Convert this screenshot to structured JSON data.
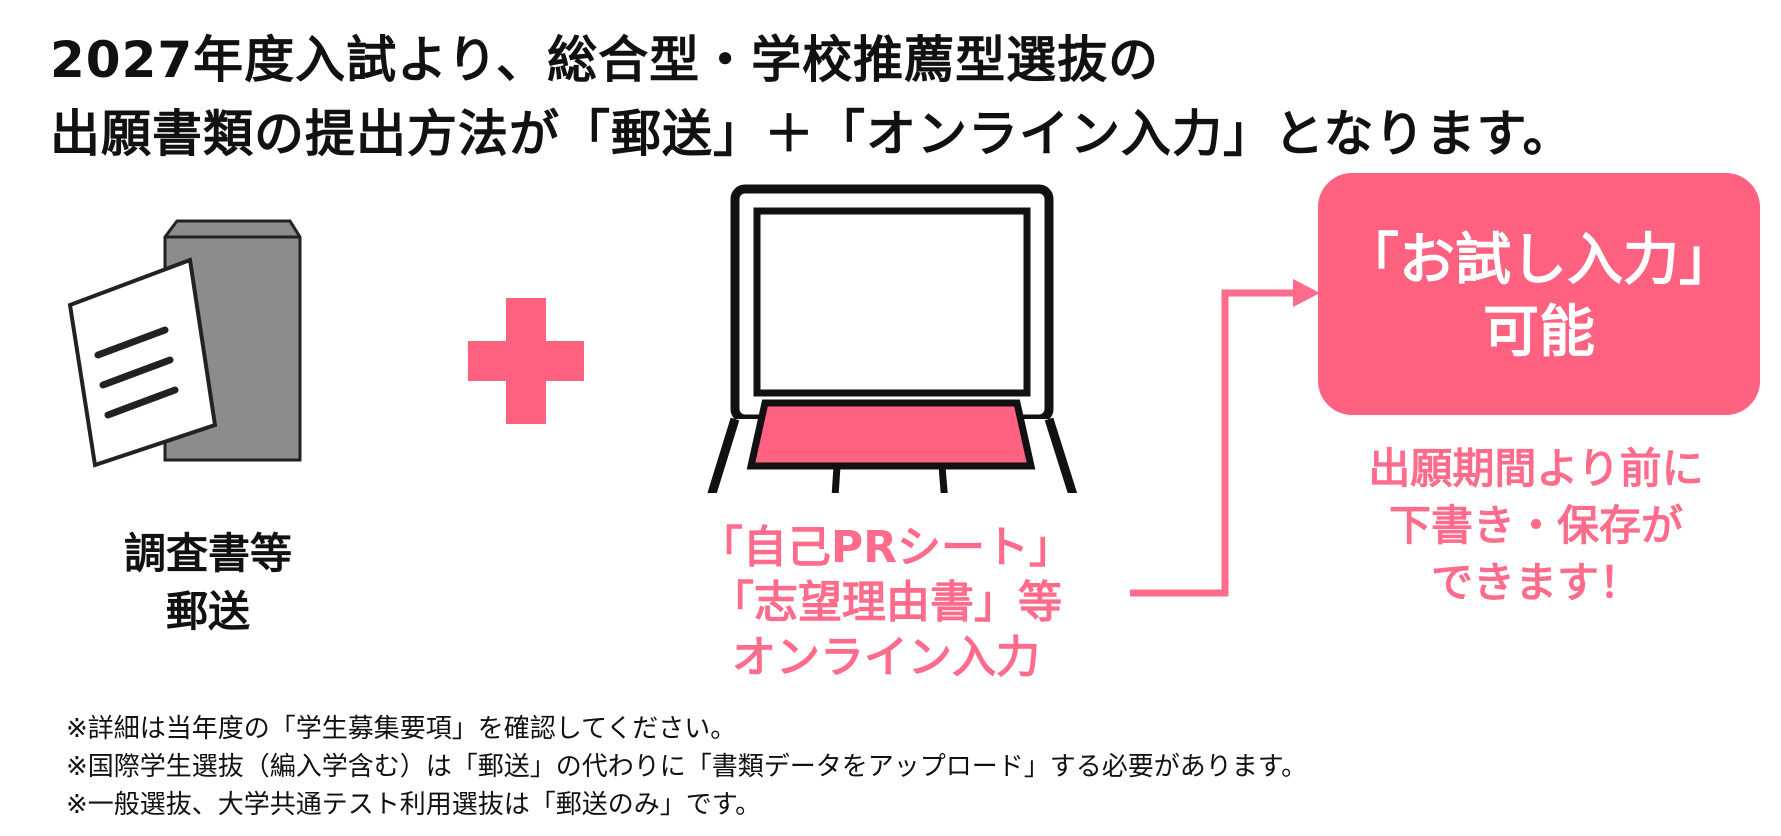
{
  "header": {
    "line1": "2027年度入試より、総合型・学校推薦型選抜の",
    "line2": "出願書類の提出方法が「郵送」＋「オンライン入力」となります。"
  },
  "mail": {
    "line1": "調査書等",
    "line2": "郵送"
  },
  "online": {
    "line1": "「自己PRシート」",
    "line2": "「志望理由書」等",
    "line3": "オンライン入力"
  },
  "trial": {
    "line1": "「お試し入力」",
    "line2": "可能"
  },
  "trial_note": {
    "line1": "出願期間より前に",
    "line2": "下書き・保存が",
    "line3": "できます！"
  },
  "notes": [
    "※詳細は当年度の「学生募集要項」を確認してください。",
    "※国際学生選抜（編入学含む）は「郵送」の代わりに「書類データをアップロード」する必要があります。",
    "※一般選抜、大学共通テスト利用選抜は「郵送のみ」です。"
  ],
  "colors": {
    "accent": "#ff6280",
    "accent_text": "#ff6b8a",
    "envelope": "#8c8c8c"
  }
}
